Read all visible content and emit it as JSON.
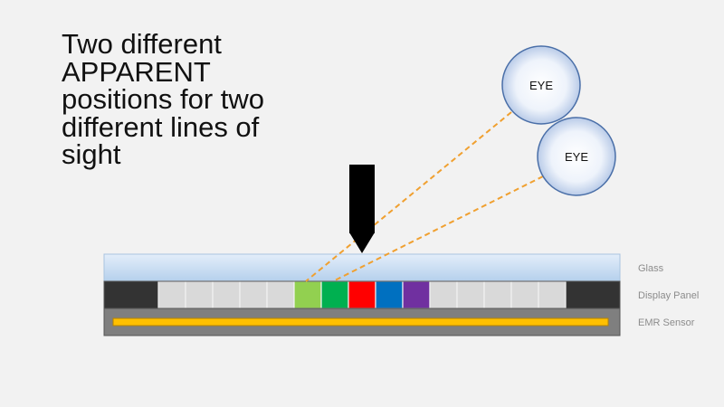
{
  "title": "Two different\nAPPARENT\npositions for two\ndifferent lines of\nsight",
  "layers": {
    "glass": "Glass",
    "display_panel": "Display Panel",
    "emr_sensor": "EMR Sensor"
  },
  "eyes": [
    {
      "label": "EYE"
    },
    {
      "label": "EYE"
    }
  ],
  "colors": {
    "background": "#f2f2f2",
    "glass_top": "#dceaf8",
    "glass_bottom": "#b7d2ee",
    "panel_dark": "#333333",
    "pixel_gray": "#d9d9d9",
    "sensor_frame": "#7f7f7f",
    "sensor_bar": "#ffc000",
    "sight_line": "#f0a030",
    "pen": "#000000"
  },
  "pixels": [
    "#d9d9d9",
    "#d9d9d9",
    "#d9d9d9",
    "#d9d9d9",
    "#d9d9d9",
    "#92d050",
    "#00b050",
    "#ff0000",
    "#0070c0",
    "#7030a0",
    "#d9d9d9",
    "#d9d9d9",
    "#d9d9d9",
    "#d9d9d9",
    "#d9d9d9"
  ]
}
